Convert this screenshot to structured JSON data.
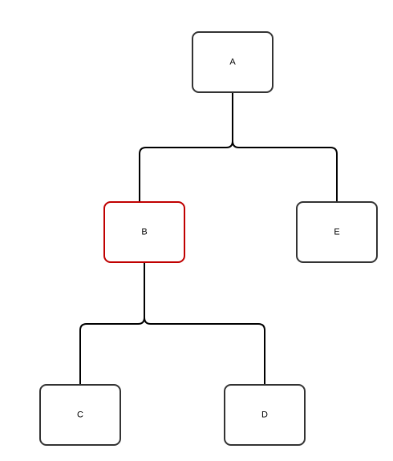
{
  "diagram": {
    "nodes": [
      {
        "id": "A",
        "label": "A",
        "selected": false
      },
      {
        "id": "B",
        "label": "B",
        "selected": true
      },
      {
        "id": "E",
        "label": "E",
        "selected": false
      },
      {
        "id": "C",
        "label": "C",
        "selected": false
      },
      {
        "id": "D",
        "label": "D",
        "selected": false
      }
    ],
    "edges": [
      {
        "from": "A",
        "to": "B"
      },
      {
        "from": "A",
        "to": "E"
      },
      {
        "from": "B",
        "to": "C"
      },
      {
        "from": "B",
        "to": "D"
      }
    ],
    "colors": {
      "node_border": "#333333",
      "selected_border": "#c00000",
      "edge": "#000000",
      "background": "#ffffff"
    }
  }
}
